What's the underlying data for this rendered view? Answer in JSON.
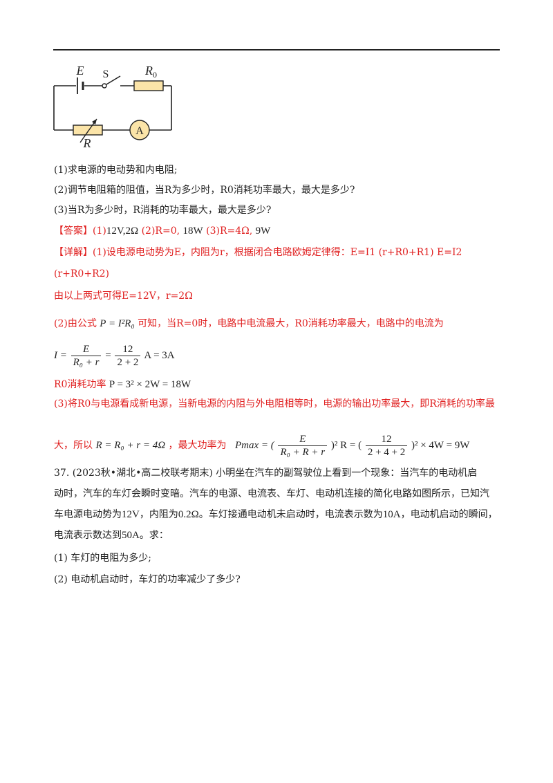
{
  "circuit": {
    "label_E": "E",
    "label_S": "S",
    "label_R0": "R",
    "label_R0_sub": "0",
    "label_R": "R",
    "label_A": "A"
  },
  "questions": {
    "q1": "(1)求电源的电动势和内电阻;",
    "q2": "(2)调节电阻箱的阻值，当R为多少时，R0消耗功率最大，最大是多少?",
    "q3": "(3)当R为多少时，R消耗的功率最大，最大是多少?"
  },
  "answer": {
    "tag": "【答案】",
    "p1": "(1)",
    "v1": "12V,2Ω",
    "p2": "(2)R=0,",
    "v2": "18W",
    "p3": "(3)R=4Ω,",
    "v3": "9W"
  },
  "detail": {
    "tag": "【详解】",
    "line1": "(1)设电源电动势为E，内阻为r，根据闭合电路欧姆定律得：E=I1 (r+R0+R1) E=I2",
    "line2": "(r+R0+R2)",
    "line3": "由以上两式可得E=12V，r=2Ω",
    "line4_a": "(2)由公式",
    "line4_b": "可知，当R=0时，电路中电流最大，R0消耗功率最大，电路中的电流为",
    "line6_a": "R0消耗功率",
    "line7": "(3)将R0与电源看成新电源，当新电源的内阻与外电阻相等时，电源的输出功率最大，即R消耗的功率最",
    "line8_a": "大，所以",
    "line8_b": "，最大功率为"
  },
  "formulas": {
    "p_formula": "P = I²R₀",
    "i_lhs": "I =",
    "i_num": "E",
    "i_den": "R₀ + r",
    "i_eq": "=",
    "i_num2": "12",
    "i_den2": "2 + 2",
    "i_rhs": "A = 3A",
    "p18": "P = 3² × 2W = 18W",
    "r_eq": "R = R₀ + r = 4Ω",
    "pmax_lhs": "Pmax = (",
    "pmax_num": "E",
    "pmax_den": "R₀ + R + r",
    "pmax_mid": ")² R = (",
    "pmax_num2": "12",
    "pmax_den2": "2 + 4 + 2",
    "pmax_rhs": ")² × 4W = 9W"
  },
  "problem37": {
    "line1": "37. (2023秋•湖北•高二校联考期末) 小明坐在汽车的副驾驶位上看到一个现象：当汽车的电动机启",
    "line2": "动时，汽车的车灯会瞬时变暗。汽车的电源、电流表、车灯、电动机连接的简化电路如图所示，已知汽",
    "line3_a": "车电源电动势为",
    "line3_v1": "12V",
    "line3_b": "，内阻为",
    "line3_v2": "0.2Ω",
    "line3_c": "。车灯接通电动机未启动时，电流表示数为",
    "line3_v3": "10A",
    "line3_d": "，电动机启动的瞬间，",
    "line4_a": "电流表示数达到",
    "line4_v": "50A",
    "line4_b": "。求：",
    "q1": "(1) 车灯的电阻为多少;",
    "q2": "(2) 电动机启动时，车灯的功率减少了多少?"
  }
}
